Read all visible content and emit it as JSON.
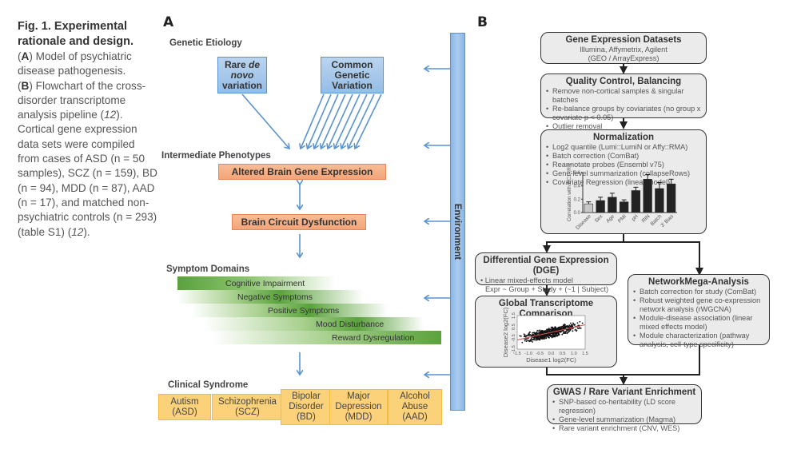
{
  "caption": {
    "title": "Fig. 1. Experimental rationale and design.",
    "part_a_label": "A",
    "part_a_text": "Model of psychiatric disease pathogenesis.",
    "part_b_label": "B",
    "part_b_text": "Flowchart of the cross-disorder transcriptome analysis pipeline",
    "ref1": "12",
    "body_text": "Cortical gene expression data sets were compiled from cases of ASD (n = 50 samples), SCZ (n = 159), BD (n = 94), MDD (n = 87), AAD (n = 17), and matched non-psychiatric controls (n = 293) (table S1)",
    "ref2": "12"
  },
  "panel_a": {
    "label": "A",
    "genetic_etiology": "Genetic Etiology",
    "rare_variation_line1": "Rare",
    "rare_variation_italic1": "de",
    "rare_variation_italic2": "novo",
    "rare_variation_line3": "variation",
    "common_variation": [
      "Common",
      "Genetic",
      "Variation"
    ],
    "intermediate_phenotypes": "Intermediate Phenotypes",
    "altered_expression": "Altered Brain Gene Expression",
    "circuit_dysfunction": "Brain Circuit Dysfunction",
    "symptom_domains": "Symptom Domains",
    "symptoms": [
      "Cognitive Impairment",
      "Negative Symptoms",
      "Positive Symptoms",
      "Mood Disturbance",
      "Reward Dysregulation"
    ],
    "clinical_syndrome": "Clinical Syndrome",
    "syndromes": [
      {
        "name": "Autism",
        "abbr": "(ASD)"
      },
      {
        "name": "Schizophrenia",
        "abbr": "(SCZ)"
      },
      {
        "name": "Bipolar Disorder",
        "abbr": "(BD)"
      },
      {
        "name": "Major Depression",
        "abbr": "(MDD)"
      },
      {
        "name": "Alcohol Abuse",
        "abbr": "(AAD)"
      }
    ],
    "environment": "Environment",
    "colors": {
      "blue": "#5a94cf",
      "orange": "#e8865a",
      "green": "#5aa23c",
      "yellow": "#fbd27a"
    }
  },
  "panel_b": {
    "label": "B",
    "datasets": {
      "title": "Gene Expression Datasets",
      "line1": "Illumina, Affymetrix, Agilent",
      "line2": "(GEO / ArrayExpress)"
    },
    "qc": {
      "title": "Quality Control, Balancing",
      "items": [
        "Remove non-cortical samples & singular batches",
        "Re-balance groups by coviariates (no group x covariate p < 0.05)",
        "Outlier removal"
      ]
    },
    "normalization": {
      "title": "Normalization",
      "items": [
        "Log2 quantile (Lumi::LumiN  or Affy::RMA)",
        "Batch correction (ComBat)",
        "Reannotate probes (Ensembl v75)",
        "Gene-level summarization (collapseRows)",
        "Covariate Regression (linear model)"
      ]
    },
    "dge": {
      "title": "Differential Gene Expression (DGE)",
      "line1": "Linear mixed-effects model",
      "line2": "Expr ~ Group + Study + (~1 | Subject)"
    },
    "global": {
      "title": "Global Transcriptome Comparison"
    },
    "network": {
      "title": "NetworkMega-Analysis",
      "items": [
        "Batch correction for study (ComBat)",
        "Robust weighted gene co-expression network analysis (rWGCNA)",
        "Module-disease association (linear mixed effects model)",
        "Module characterization (pathway analysis, cell-type specificity)"
      ]
    },
    "gwas": {
      "title": "GWAS / Rare Variant Enrichment",
      "items": [
        "SNP-based co-heritability (LD score regression)",
        "Gene-level summarization (Magma)",
        "Rare variant enrichment (CNV, WES)"
      ]
    }
  },
  "chart_data": [
    {
      "type": "bar",
      "title": "",
      "ylabel": "Correlation with PC1 (R²)",
      "xlabel": "",
      "categories": [
        "Disease",
        "Sex",
        "Age",
        "PMI",
        "pH",
        "RIN",
        "Batch",
        "3' Bias"
      ],
      "values": [
        0.13,
        0.18,
        0.23,
        0.16,
        0.33,
        0.5,
        0.36,
        0.43
      ],
      "errors": [
        0.03,
        0.05,
        0.06,
        0.03,
        0.05,
        0.07,
        0.09,
        0.07
      ],
      "colors": [
        "#c8c8c8",
        "#222222",
        "#222222",
        "#222222",
        "#222222",
        "#222222",
        "#222222",
        "#222222"
      ],
      "yticks": [
        "0.0",
        "0.2",
        "0.4",
        "0.6"
      ],
      "ylim": [
        0,
        0.6
      ]
    },
    {
      "type": "scatter",
      "title": "",
      "xlabel": "Disease1 log2(FC)",
      "ylabel": "Disease2 log2(FC)",
      "xticks": [
        "-1.5",
        "-1.0",
        "-0.5",
        "0.0",
        "0.5",
        "1.0",
        "1.5"
      ],
      "yticks": [
        "-1.5",
        "-0.5",
        "0.5",
        "1.5"
      ],
      "xlim": [
        -1.5,
        1.5
      ],
      "ylim": [
        -1.5,
        1.5
      ],
      "fit_line": {
        "slope": 0.45,
        "intercept": 0.0,
        "color": "#d9534f"
      }
    }
  ]
}
